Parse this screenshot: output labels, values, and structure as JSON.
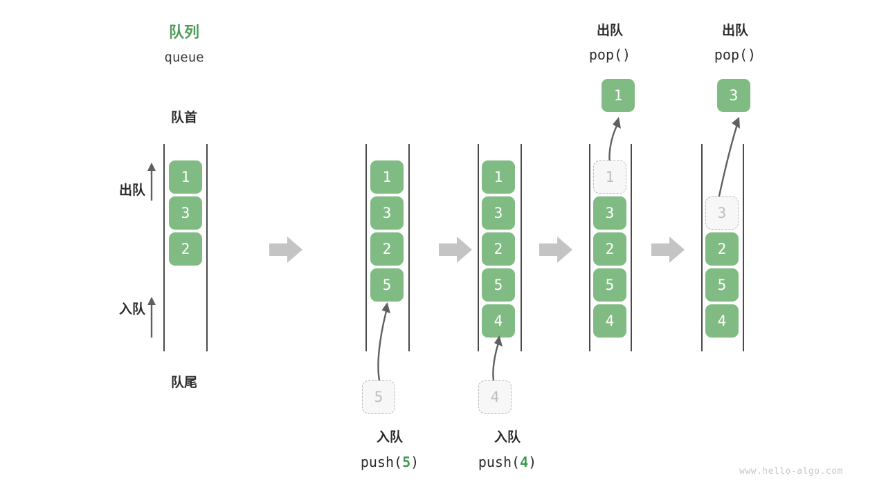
{
  "diagram": {
    "title_cn": "队列",
    "title_en": "queue",
    "front_label": "队首",
    "rear_label": "队尾",
    "dequeue_label": "出队",
    "enqueue_label": "入队",
    "watermark": "www.hello-algo.com"
  },
  "legend": {
    "dequeue_direction_label": "出队",
    "enqueue_direction_label": "入队"
  },
  "steps": [
    {
      "id": "step-initial",
      "cells": [
        {
          "value": "1",
          "state": "filled"
        },
        {
          "value": "3",
          "state": "filled"
        },
        {
          "value": "2",
          "state": "filled"
        }
      ]
    },
    {
      "id": "step-push-5",
      "cells": [
        {
          "value": "1",
          "state": "filled"
        },
        {
          "value": "3",
          "state": "filled"
        },
        {
          "value": "2",
          "state": "filled"
        },
        {
          "value": "5",
          "state": "filled"
        }
      ],
      "incoming": {
        "value": "5",
        "state": "ghost"
      },
      "caption_cn": "入队",
      "caption_code_prefix": "push(",
      "caption_code_arg": "5",
      "caption_code_suffix": ")"
    },
    {
      "id": "step-push-4",
      "cells": [
        {
          "value": "1",
          "state": "filled"
        },
        {
          "value": "3",
          "state": "filled"
        },
        {
          "value": "2",
          "state": "filled"
        },
        {
          "value": "5",
          "state": "filled"
        },
        {
          "value": "4",
          "state": "filled"
        }
      ],
      "incoming": {
        "value": "4",
        "state": "ghost"
      },
      "caption_cn": "入队",
      "caption_code_prefix": "push(",
      "caption_code_arg": "4",
      "caption_code_suffix": ")"
    },
    {
      "id": "step-pop-1",
      "cells": [
        {
          "value": "1",
          "state": "ghost"
        },
        {
          "value": "3",
          "state": "filled"
        },
        {
          "value": "2",
          "state": "filled"
        },
        {
          "value": "5",
          "state": "filled"
        },
        {
          "value": "4",
          "state": "filled"
        }
      ],
      "outgoing": {
        "value": "1",
        "state": "filled"
      },
      "header_cn": "出队",
      "header_code": "pop()"
    },
    {
      "id": "step-pop-3",
      "cells": [
        {
          "value": "",
          "state": "empty"
        },
        {
          "value": "3",
          "state": "ghost"
        },
        {
          "value": "2",
          "state": "filled"
        },
        {
          "value": "5",
          "state": "filled"
        },
        {
          "value": "4",
          "state": "filled"
        }
      ],
      "outgoing": {
        "value": "3",
        "state": "filled"
      },
      "header_cn": "出队",
      "header_code": "pop()"
    }
  ],
  "colors": {
    "cell_green": "#80bb84",
    "title_green": "#4f9c59",
    "rail_gray": "#4a4a4a",
    "ghost_border": "#b9b9b9",
    "ghost_fill": "#f7f7f7",
    "flow_arrow_gray": "#c4c4c4",
    "curve_arrow_gray": "#5f5f5f",
    "watermark_gray": "#c8c8c8"
  }
}
